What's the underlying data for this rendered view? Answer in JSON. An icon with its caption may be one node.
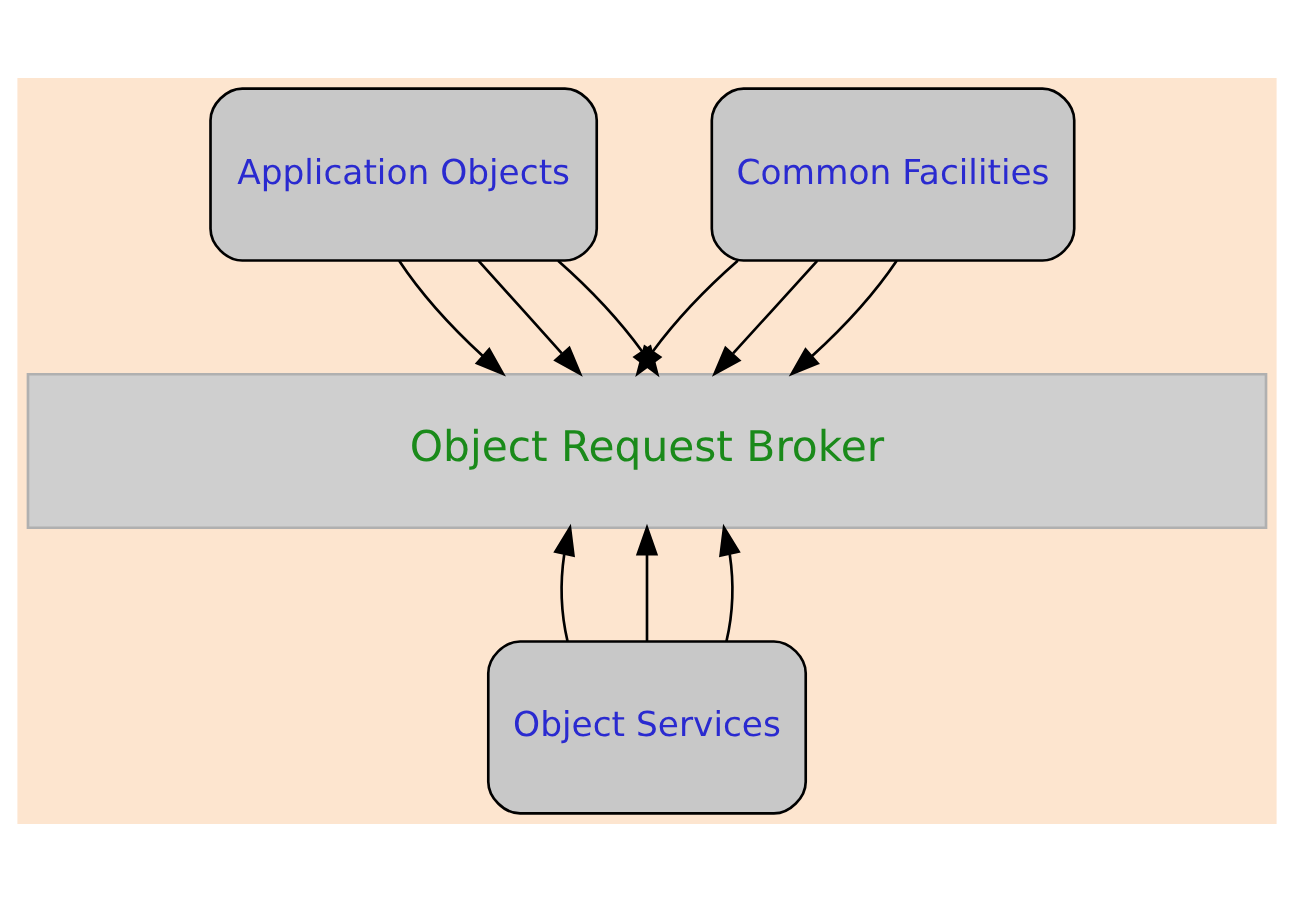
{
  "diagram": {
    "nodes": [
      {
        "text": [
          "Application Objects"
        ]
      },
      {
        "text": [
          "Common Facilities"
        ]
      },
      {
        "text": [
          "Object Request Broker"
        ]
      },
      {
        "text": [
          "Object Services"
        ]
      }
    ],
    "edges": [
      {
        "from": 0,
        "to": 2,
        "arrow": "to"
      },
      {
        "from": 0,
        "to": 2,
        "arrow": "to"
      },
      {
        "from": 0,
        "to": 2,
        "arrow": "to"
      },
      {
        "from": 1,
        "to": 2,
        "arrow": "to"
      },
      {
        "from": 1,
        "to": 2,
        "arrow": "to"
      },
      {
        "from": 1,
        "to": 2,
        "arrow": "to"
      },
      {
        "from": 3,
        "to": 2,
        "arrow": "to"
      },
      {
        "from": 3,
        "to": 2,
        "arrow": "to"
      },
      {
        "from": 3,
        "to": 2,
        "arrow": "to"
      }
    ]
  }
}
